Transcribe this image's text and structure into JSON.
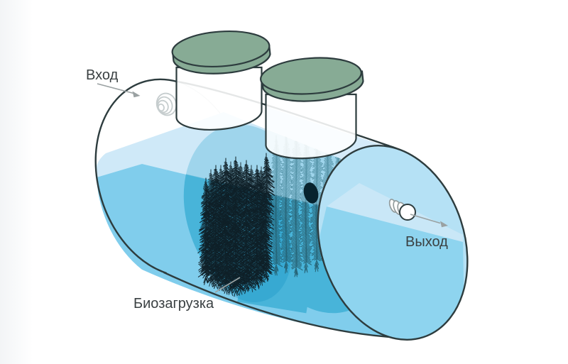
{
  "labels": {
    "inlet": "Вход",
    "outlet": "Выход",
    "bio_media": "Биозагрузка"
  },
  "colors": {
    "outline": "#2d3c3e",
    "faint_line": "#c2cbcd",
    "water_surface_band": "#cfe9f8",
    "water_far_wall": "#d5ebf9",
    "water_medium": "#80cdec",
    "chamber_teal": "#23a3cd",
    "chamber_deep": "#0f93c2",
    "cap_above_water": "#b5e1f5",
    "cap_light_wedge": "#c9e7f7",
    "cap_below_water": "#8ed4ef",
    "lid_green": "#87ab95",
    "ghost_panel": "#e9eded",
    "brush_dark": "#0e1e25",
    "brush_teal": "#235a6a",
    "brush_band": "#47879b",
    "brush_ghost": "#a7b5b7",
    "hole_dark": "#07232e",
    "label_text": "#3a4042",
    "arrow_gray": "#9aa1a2",
    "pointer_gray": "#9aa4a5",
    "ring_gray": "#c6cdce",
    "pipe_ring_gray": "#939c9d"
  }
}
